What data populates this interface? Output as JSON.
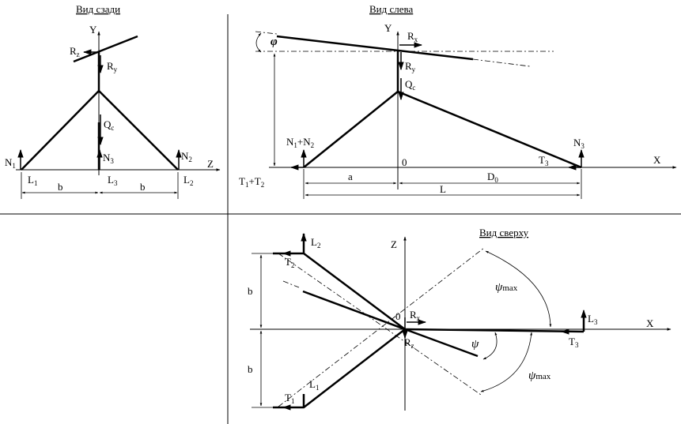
{
  "views": {
    "back": {
      "title": "Вид сзади"
    },
    "left": {
      "title": "Вид слева"
    },
    "top": {
      "title": "Вид сверху"
    }
  },
  "labels": {
    "back": {
      "Y": "Y",
      "Z": "Z",
      "Rz": "R",
      "Rz_sub": "z",
      "Ry": "R",
      "Ry_sub": "y",
      "Qc": "Q",
      "Qc_sub": "c",
      "N1": "N",
      "N1_sub": "1",
      "N2": "N",
      "N2_sub": "2",
      "N3": "N",
      "N3_sub": "3",
      "L1": "L",
      "L1_sub": "1",
      "L2": "L",
      "L2_sub": "2",
      "L3": "L",
      "L3_sub": "3",
      "b_left": "b",
      "b_right": "b"
    },
    "left": {
      "Y": "Y",
      "X": "X",
      "phi": "φ",
      "Rx": "R",
      "Rx_sub": "x",
      "Ry": "R",
      "Ry_sub": "y",
      "Qc": "Q",
      "Qc_sub": "c",
      "N12": "N",
      "N12_s1": "1",
      "N12_mid": "+N",
      "N12_s2": "2",
      "N3": "N",
      "N3_sub": "3",
      "T3": "T",
      "T3_sub": "3",
      "T12": "T",
      "T12_s1": "1",
      "T12_mid": "+T",
      "T12_s2": "2",
      "origin": "0",
      "a": "a",
      "D0": "D",
      "D0_sub": "0",
      "L": "L"
    },
    "top": {
      "Z": "Z",
      "X": "X",
      "origin": "0",
      "Rx": "R",
      "Rx_sub": "x",
      "Rz": "R",
      "Rz_sub": "z",
      "L1": "L",
      "L1_sub": "1",
      "L2": "L",
      "L2_sub": "2",
      "L3": "L",
      "L3_sub": "3",
      "T1": "T",
      "T1_sub": "1",
      "T2": "T",
      "T2_sub": "2",
      "T3": "T",
      "T3_sub": "3",
      "b_top": "b",
      "b_bottom": "b",
      "psi": "ψ",
      "psimax_top": "ψ",
      "psimax_top_sub": "max",
      "psimax_bottom": "ψ",
      "psimax_bottom_sub": "max"
    }
  }
}
